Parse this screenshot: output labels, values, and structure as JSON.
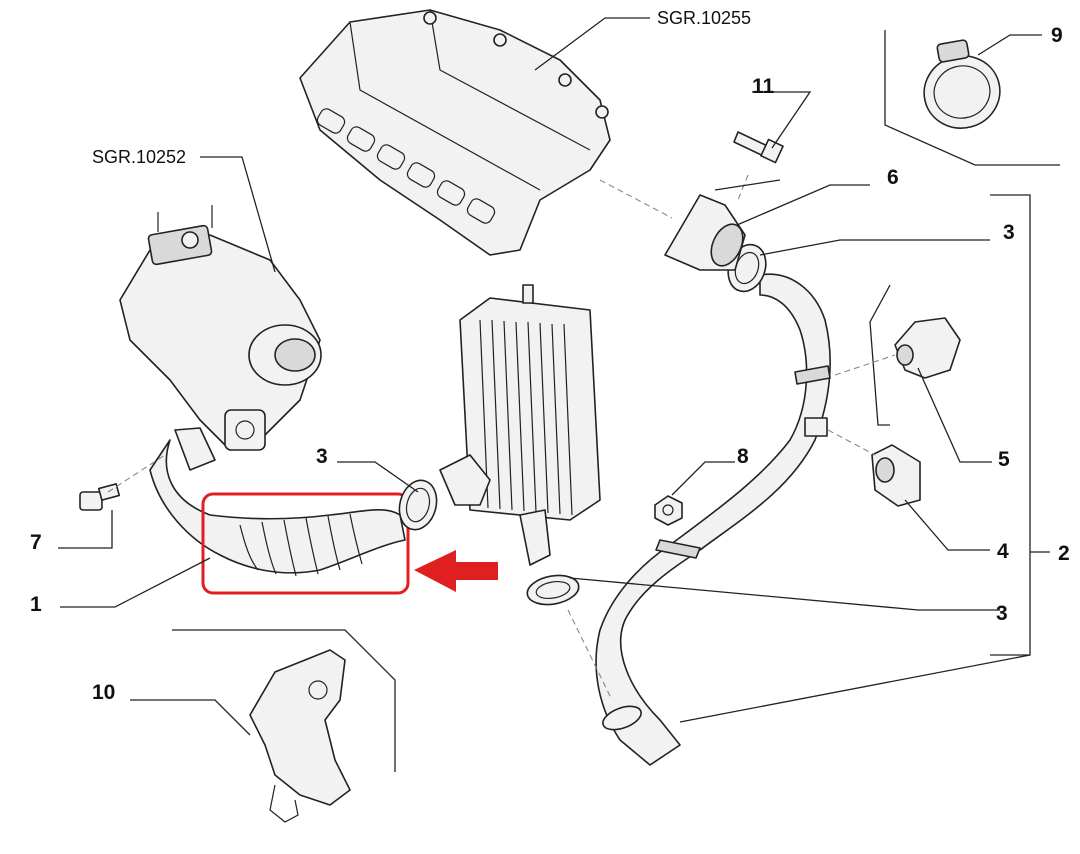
{
  "callouts": {
    "sgr_manifold": "SGR.10255",
    "sgr_turbo": "SGR.10252",
    "n1": "1",
    "n2": "2",
    "n3a": "3",
    "n3b": "3",
    "n3c": "3",
    "n4": "4",
    "n5": "5",
    "n6": "6",
    "n7": "7",
    "n8": "8",
    "n9": "9",
    "n10": "10",
    "n11": "11"
  },
  "highlight": {
    "part": "1",
    "color": "#e02020"
  },
  "colors": {
    "line": "#222222",
    "part_fill": "#f2f2f2",
    "shade": "#d9d9d9",
    "accent": "#e02020"
  }
}
